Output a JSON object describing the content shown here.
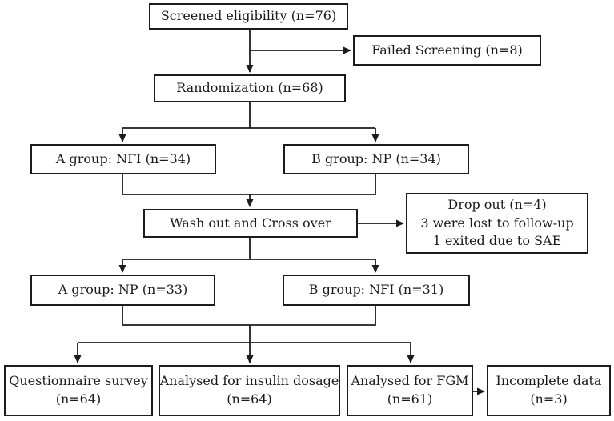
{
  "diagram": {
    "type": "consort-flowchart",
    "colors": {
      "box_border": "#1c1c1c",
      "line": "#1c1c1c",
      "text": "#1a1a1a",
      "background": "#ffffff"
    },
    "boxes": {
      "screened": {
        "lines": [
          "Screened eligibility (n=76)"
        ]
      },
      "failed": {
        "lines": [
          "Failed Screening (n=8)"
        ]
      },
      "randomization": {
        "lines": [
          "Randomization (n=68)"
        ]
      },
      "group_a1": {
        "lines": [
          "A group: NFI (n=34)"
        ]
      },
      "group_b1": {
        "lines": [
          "B group: NP (n=34)"
        ]
      },
      "washout": {
        "lines": [
          "Wash out and Cross over"
        ]
      },
      "dropout": {
        "lines": [
          "Drop out (n=4)",
          "3 were lost to follow-up",
          "1 exited due to SAE"
        ]
      },
      "group_a2": {
        "lines": [
          "A group: NP (n=33)"
        ]
      },
      "group_b2": {
        "lines": [
          "B group: NFI (n=31)"
        ]
      },
      "questionnaire": {
        "lines": [
          "Questionnaire survey",
          "(n=64)"
        ]
      },
      "insulin": {
        "lines": [
          "Analysed for insulin dosage",
          "(n=64)"
        ]
      },
      "fgm": {
        "lines": [
          "Analysed for FGM",
          "(n=61)"
        ]
      },
      "incomplete": {
        "lines": [
          "Incomplete data",
          "(n=3)"
        ]
      }
    }
  }
}
